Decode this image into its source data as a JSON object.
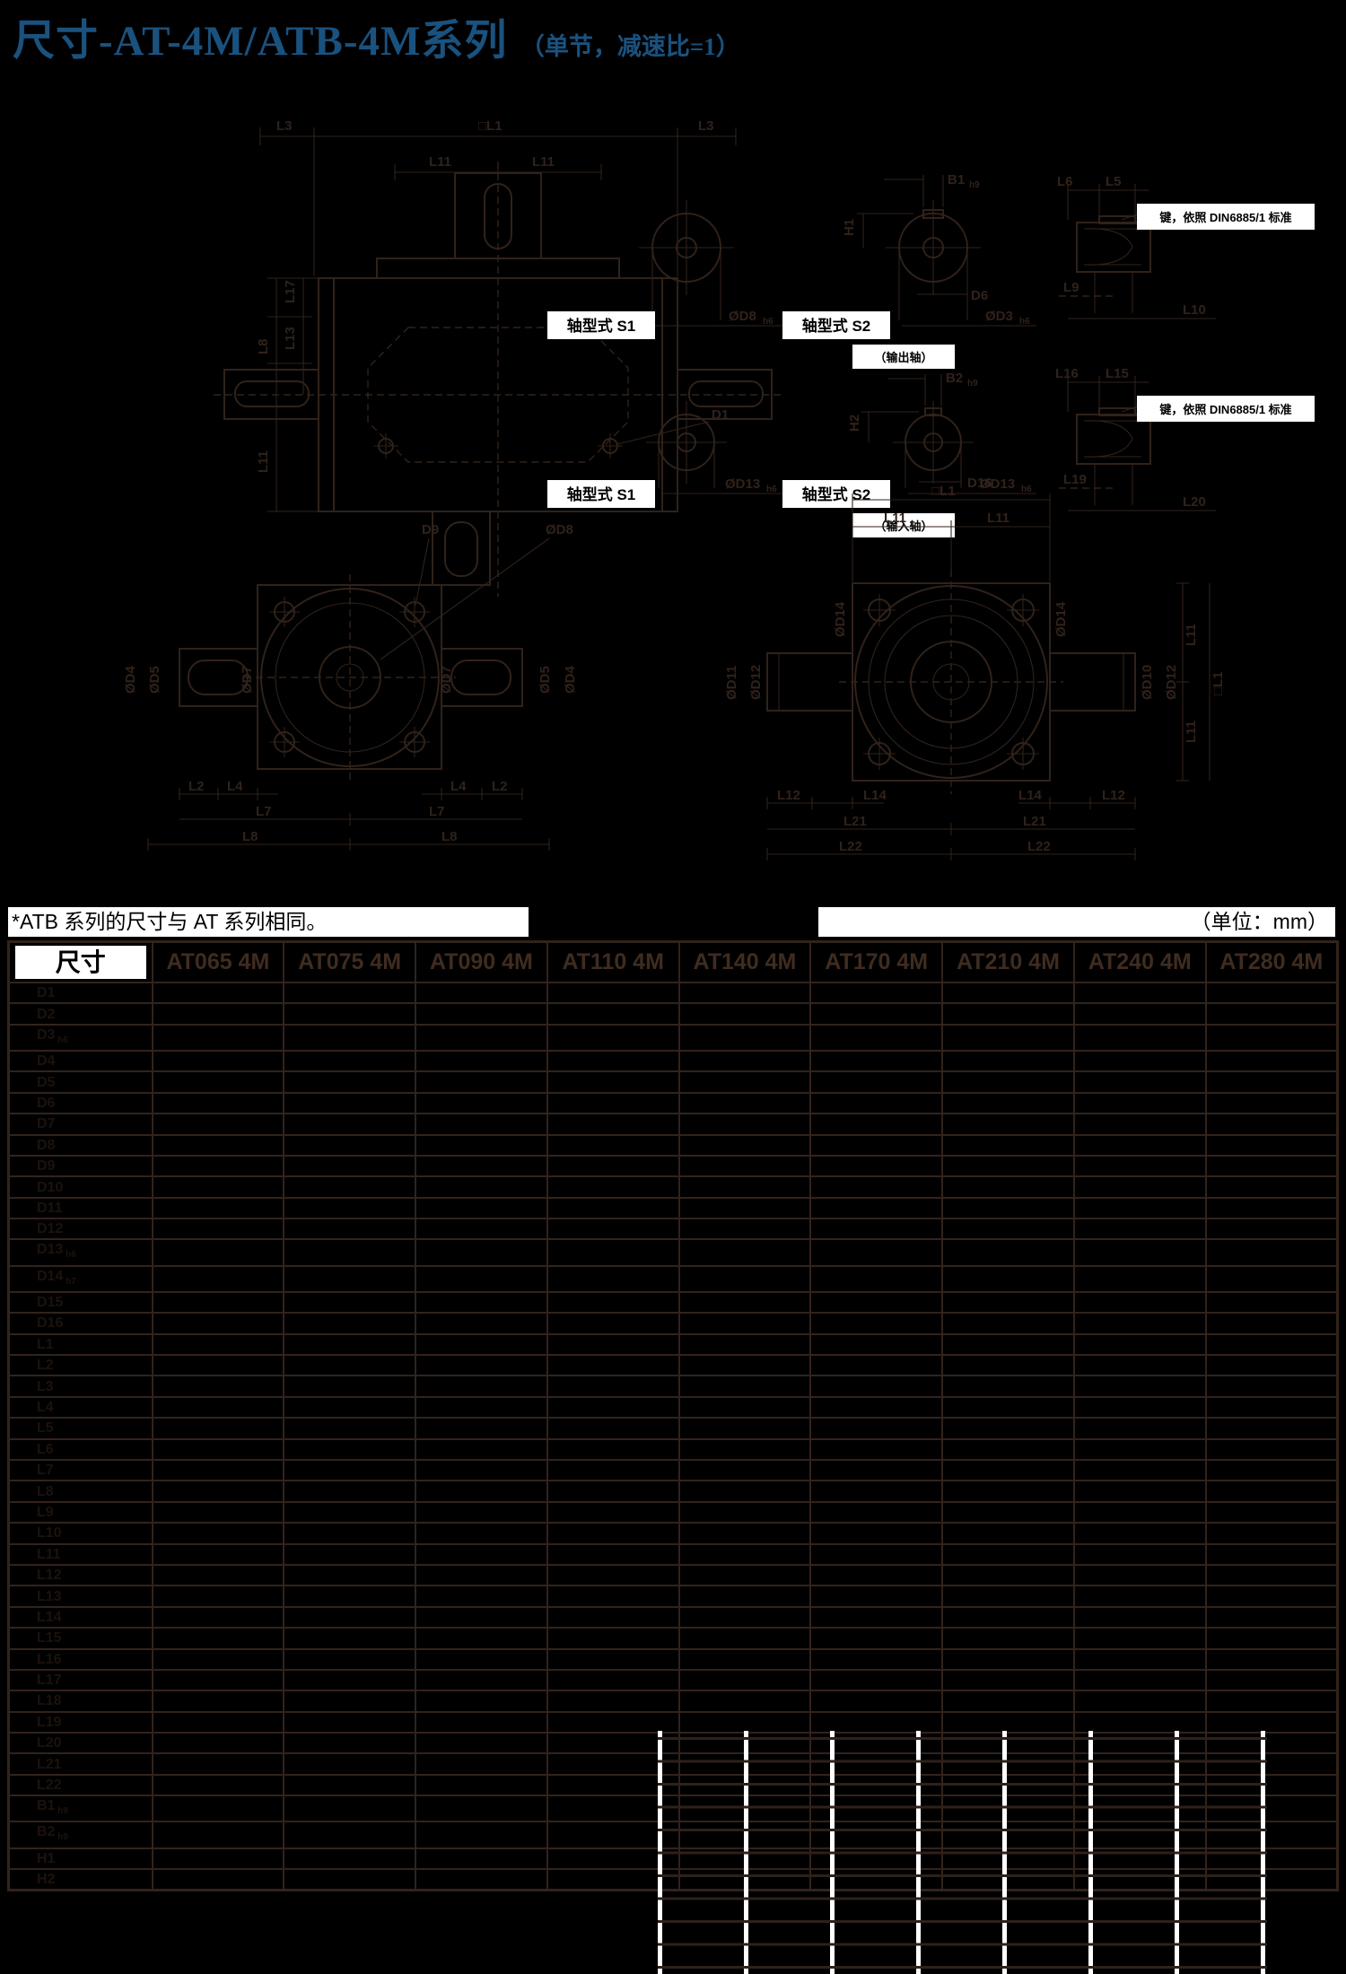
{
  "page": {
    "title": "尺寸-AT-4M/ATB-4M系列",
    "subtitle": "（单节，减速比=1）"
  },
  "colors": {
    "background": "#000000",
    "title_blue": "#1a527f",
    "drawing_line": "#30221a",
    "table_border": "#32231b",
    "header_text": "#3f2c20",
    "faint_body_text": "#1c120d",
    "label_box": "#ffffff"
  },
  "notes": {
    "left": "*ATB 系列的尺寸与 AT 系列相同。",
    "right": "（单位：mm）"
  },
  "drawing": {
    "top_view": {
      "L3_left": "L3",
      "L1_top": "□L1",
      "L3_right": "L3",
      "L11_a": "L11",
      "L11_b": "L11",
      "L17": "L17",
      "L8": "L8",
      "L13": "L13",
      "L11_left": "L11",
      "D1": "D1"
    },
    "shaft_s1": {
      "box_top": "轴型式 S1",
      "box_bottom": "轴型式 S1",
      "dia_top": "ØD8",
      "dia_top_tol": "h6",
      "dia_bottom": "ØD13",
      "dia_bottom_tol": "h6"
    },
    "shaft_s2": {
      "box_top": "轴型式 S2",
      "box_bottom": "轴型式 S2",
      "output_label": "（输出轴）",
      "input_label": "（输入轴）",
      "B1": "B1",
      "B1_tol": "h9",
      "H1": "H1",
      "D6": "D6",
      "D3": "ØD3",
      "D3_tol": "h6",
      "B2": "B2",
      "B2_tol": "h9",
      "H2": "H2",
      "D16": "D16",
      "D13": "ØD13",
      "D13_tol": "h6"
    },
    "key_note": "键，依照 DIN6885/1 标准",
    "key_top": {
      "L6": "L6",
      "L5": "L5",
      "L9": "L9",
      "L10": "L10"
    },
    "key_bottom": {
      "L16": "L16",
      "L15": "L15",
      "L19": "L19",
      "L20": "L20"
    },
    "front_view": {
      "D9": "D9",
      "D8": "ØD8",
      "D4_l": "ØD4",
      "D5_l": "ØD5",
      "D7_l": "ØD7",
      "D7_r": "ØD7",
      "D5_r": "ØD5",
      "D4_r": "ØD4",
      "L2_a": "L2",
      "L4_a": "L4",
      "L4_b": "L4",
      "L2_b": "L2",
      "L7_a": "L7",
      "L7_b": "L7",
      "L8_a": "L8",
      "L8_b": "L8"
    },
    "flange_view": {
      "L1": "□L1",
      "L11_a": "L11",
      "L11_b": "L11",
      "D14_l": "ØD14",
      "D14_r": "ØD14",
      "D11": "ØD11",
      "D12_l": "ØD12",
      "D10": "ØD10",
      "D12_r": "ØD12",
      "L11_r1": "L11",
      "L11_r2": "L11",
      "L1_r": "□L1",
      "L12_a": "L12",
      "L14_a": "L14",
      "L14_b": "L14",
      "L12_b": "L12",
      "L21_a": "L21",
      "L21_b": "L21",
      "L22_a": "L22",
      "L22_b": "L22"
    }
  },
  "table": {
    "headers": [
      "尺寸",
      "AT065 4M",
      "AT075 4M",
      "AT090 4M",
      "AT110 4M",
      "AT140 4M",
      "AT170 4M",
      "AT210 4M",
      "AT240 4M",
      "AT280 4M"
    ],
    "rows": [
      {
        "label": "D1",
        "sub": "",
        "values": [
          "",
          "",
          "",
          "",
          "",
          "",
          "",
          "",
          ""
        ]
      },
      {
        "label": "D2",
        "sub": "",
        "values": [
          "",
          "",
          "",
          "",
          "",
          "",
          "",
          "",
          ""
        ]
      },
      {
        "label": "D3",
        "sub": "h6",
        "values": [
          "",
          "",
          "",
          "",
          "",
          "",
          "",
          "",
          ""
        ]
      },
      {
        "label": "D4",
        "sub": "",
        "values": [
          "",
          "",
          "",
          "",
          "",
          "",
          "",
          "",
          ""
        ]
      },
      {
        "label": "D5",
        "sub": "",
        "values": [
          "",
          "",
          "",
          "",
          "",
          "",
          "",
          "",
          ""
        ]
      },
      {
        "label": "D6",
        "sub": "",
        "values": [
          "",
          "",
          "",
          "",
          "",
          "",
          "",
          "",
          ""
        ]
      },
      {
        "label": "D7",
        "sub": "",
        "values": [
          "",
          "",
          "",
          "",
          "",
          "",
          "",
          "",
          ""
        ]
      },
      {
        "label": "D8",
        "sub": "",
        "values": [
          "",
          "",
          "",
          "",
          "",
          "",
          "",
          "",
          ""
        ]
      },
      {
        "label": "D9",
        "sub": "",
        "values": [
          "",
          "",
          "",
          "",
          "",
          "",
          "",
          "",
          ""
        ]
      },
      {
        "label": "D10",
        "sub": "",
        "values": [
          "",
          "",
          "",
          "",
          "",
          "",
          "",
          "",
          ""
        ]
      },
      {
        "label": "D11",
        "sub": "",
        "values": [
          "",
          "",
          "",
          "",
          "",
          "",
          "",
          "",
          ""
        ]
      },
      {
        "label": "D12",
        "sub": "",
        "values": [
          "",
          "",
          "",
          "",
          "",
          "",
          "",
          "",
          ""
        ]
      },
      {
        "label": "D13",
        "sub": "h6",
        "values": [
          "",
          "",
          "",
          "",
          "",
          "",
          "",
          "",
          ""
        ]
      },
      {
        "label": "D14",
        "sub": "h7",
        "values": [
          "",
          "",
          "",
          "",
          "",
          "",
          "",
          "",
          ""
        ]
      },
      {
        "label": "D15",
        "sub": "",
        "values": [
          "",
          "",
          "",
          "",
          "",
          "",
          "",
          "",
          ""
        ]
      },
      {
        "label": "D16",
        "sub": "",
        "values": [
          "",
          "",
          "",
          "",
          "",
          "",
          "",
          "",
          ""
        ]
      },
      {
        "label": "L1",
        "sub": "",
        "values": [
          "",
          "",
          "",
          "",
          "",
          "",
          "",
          "",
          ""
        ]
      },
      {
        "label": "L2",
        "sub": "",
        "values": [
          "",
          "",
          "",
          "",
          "",
          "",
          "",
          "",
          ""
        ]
      },
      {
        "label": "L3",
        "sub": "",
        "values": [
          "",
          "",
          "",
          "",
          "",
          "",
          "",
          "",
          ""
        ]
      },
      {
        "label": "L4",
        "sub": "",
        "values": [
          "",
          "",
          "",
          "",
          "",
          "",
          "",
          "",
          ""
        ]
      },
      {
        "label": "L5",
        "sub": "",
        "values": [
          "",
          "",
          "",
          "",
          "",
          "",
          "",
          "",
          ""
        ]
      },
      {
        "label": "L6",
        "sub": "",
        "values": [
          "",
          "",
          "",
          "",
          "",
          "",
          "",
          "",
          ""
        ]
      },
      {
        "label": "L7",
        "sub": "",
        "values": [
          "",
          "",
          "",
          "",
          "",
          "",
          "",
          "",
          ""
        ]
      },
      {
        "label": "L8",
        "sub": "",
        "values": [
          "",
          "",
          "",
          "",
          "",
          "",
          "",
          "",
          ""
        ]
      },
      {
        "label": "L9",
        "sub": "",
        "values": [
          "",
          "",
          "",
          "",
          "",
          "",
          "",
          "",
          ""
        ]
      },
      {
        "label": "L10",
        "sub": "",
        "values": [
          "",
          "",
          "",
          "",
          "",
          "",
          "",
          "",
          ""
        ]
      },
      {
        "label": "L11",
        "sub": "",
        "values": [
          "",
          "",
          "",
          "",
          "",
          "",
          "",
          "",
          ""
        ]
      },
      {
        "label": "L12",
        "sub": "",
        "values": [
          "",
          "",
          "",
          "",
          "",
          "",
          "",
          "",
          ""
        ]
      },
      {
        "label": "L13",
        "sub": "",
        "values": [
          "",
          "",
          "",
          "",
          "",
          "",
          "",
          "",
          ""
        ]
      },
      {
        "label": "L14",
        "sub": "",
        "values": [
          "",
          "",
          "",
          "",
          "",
          "",
          "",
          "",
          ""
        ]
      },
      {
        "label": "L15",
        "sub": "",
        "values": [
          "",
          "",
          "",
          "",
          "",
          "",
          "",
          "",
          ""
        ]
      },
      {
        "label": "L16",
        "sub": "",
        "values": [
          "",
          "",
          "",
          "",
          "",
          "",
          "",
          "",
          ""
        ]
      },
      {
        "label": "L17",
        "sub": "",
        "values": [
          "",
          "",
          "",
          "",
          "",
          "",
          "",
          "",
          ""
        ]
      },
      {
        "label": "L18",
        "sub": "",
        "values": [
          "",
          "",
          "",
          "",
          "",
          "",
          "",
          "",
          ""
        ]
      },
      {
        "label": "L19",
        "sub": "",
        "values": [
          "",
          "",
          "",
          "",
          "",
          "",
          "",
          "",
          ""
        ]
      },
      {
        "label": "L20",
        "sub": "",
        "values": [
          "",
          "",
          "",
          "",
          "",
          "",
          "",
          "",
          ""
        ]
      },
      {
        "label": "L21",
        "sub": "",
        "values": [
          "",
          "",
          "",
          "",
          "",
          "",
          "",
          "",
          ""
        ]
      },
      {
        "label": "L22",
        "sub": "",
        "values": [
          "",
          "",
          "",
          "",
          "",
          "",
          "",
          "",
          ""
        ]
      },
      {
        "label": "B1",
        "sub": "h9",
        "values": [
          "",
          "",
          "",
          "",
          "",
          "",
          "",
          "",
          ""
        ]
      },
      {
        "label": "B2",
        "sub": "h9",
        "values": [
          "",
          "",
          "",
          "",
          "",
          "",
          "",
          "",
          ""
        ]
      },
      {
        "label": "H1",
        "sub": "",
        "values": [
          "",
          "",
          "",
          "",
          "",
          "",
          "",
          "",
          ""
        ]
      },
      {
        "label": "H2",
        "sub": "",
        "values": [
          "",
          "",
          "",
          "",
          "",
          "",
          "",
          "",
          ""
        ]
      }
    ]
  }
}
